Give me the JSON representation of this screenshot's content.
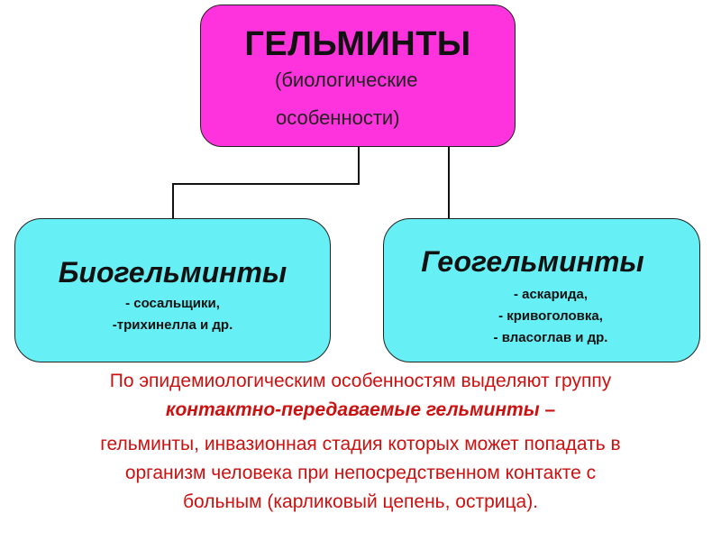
{
  "diagram": {
    "root": {
      "title": "ГЕЛЬМИНТЫ",
      "subtitle_line1": "(биологические",
      "subtitle_line2": "особенности)",
      "color": "#ff33dd"
    },
    "children": [
      {
        "title": "Биогельминты",
        "items": [
          "- сосальщики,",
          "-трихинелла и др."
        ],
        "color": "#66f0f5"
      },
      {
        "title": "Геогельминты",
        "items": [
          "- аскарида,",
          "- кривоголовка,",
          "- власоглав и др."
        ],
        "color": "#66f0f5"
      }
    ]
  },
  "note": {
    "line1": "По эпидемиологическим особенностям выделяют группу",
    "line2_emphasis": "контактно-передаваемые гельминты",
    "line2_dash": " –",
    "line3": "гельминты, инвазионная стадия которых может попадать в",
    "line4": "организм человека при непосредственном контакте с",
    "line5": "больным (карликовый цепень, острица).",
    "color": "#cc1111"
  }
}
